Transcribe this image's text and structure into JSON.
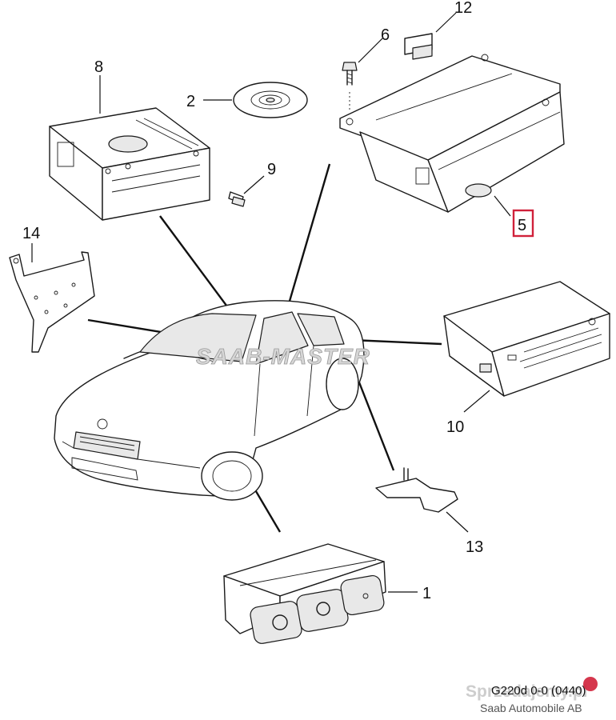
{
  "callouts": {
    "c1": "1",
    "c2": "2",
    "c5": "5",
    "c6": "6",
    "c8": "8",
    "c9": "9",
    "c10": "10",
    "c12": "12",
    "c13": "13",
    "c14": "14"
  },
  "watermark": "SAAB-MASTER",
  "reference_code": "G220d 0-0 (0440)",
  "copyright": "Saab Automobile AB",
  "marketplace_logo": "Sprzedajemy.pl",
  "highlight_color": "#d0213a"
}
